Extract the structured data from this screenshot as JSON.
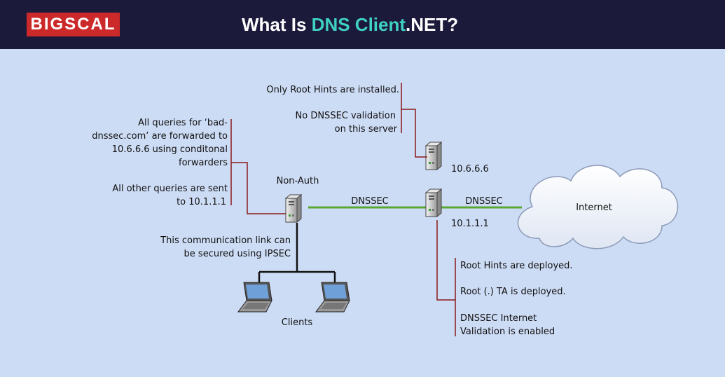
{
  "header": {
    "logo": "BIGSCAL",
    "title_prefix": "What Is ",
    "title_highlight": "DNS Client",
    "title_suffix": ".NET?",
    "highlight_color": "#3fd0c4"
  },
  "diagram": {
    "annotations": {
      "root_hints_installed": "Only Root Hints are installed.",
      "no_dnssec_1": "No DNSSEC validation",
      "no_dnssec_2": "on this server",
      "queries_1": "All queries for ‘bad-",
      "queries_2": "dnssec.com’ are forwarded to",
      "queries_3": "10.6.6.6 using conditonal",
      "queries_4": "forwarders",
      "other_1": "All other queries are sent",
      "other_2": "to 10.1.1.1",
      "ipsec_1": "This communication link can",
      "ipsec_2": "be secured using IPSEC",
      "root_hints_deployed": "Root Hints are deployed.",
      "root_ta": "Root (.) TA is deployed.",
      "validation_1": "DNSSEC Internet",
      "validation_2": "Validation is enabled"
    },
    "nodes": {
      "non_auth": "Non-Auth",
      "server_a": "10.6.6.6",
      "server_b": "10.1.1.1",
      "internet": "Internet",
      "clients": "Clients"
    },
    "links": {
      "dnssec_left": "DNSSEC",
      "dnssec_right": "DNSSEC"
    },
    "colors": {
      "dnssec_link": "#5aa832",
      "annotation_line": "#8b1a1a",
      "client_link": "#111111"
    }
  }
}
